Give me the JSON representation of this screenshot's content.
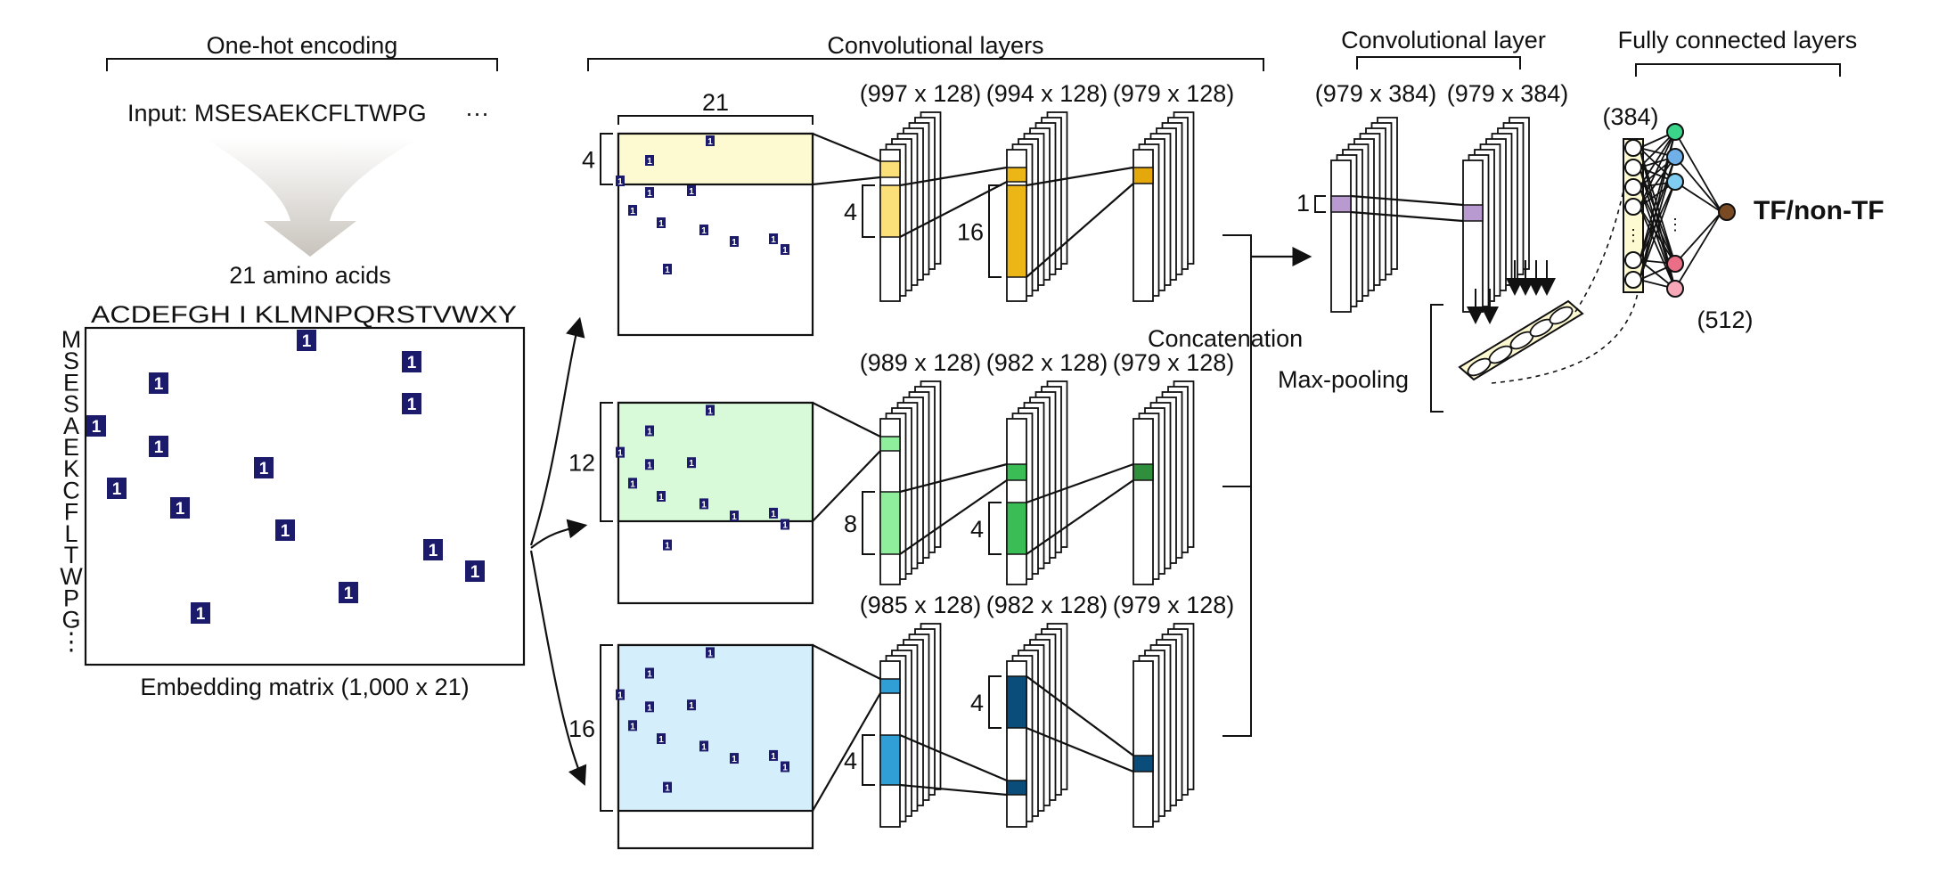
{
  "onehot": {
    "header": "One-hot encoding",
    "input_label": "Input: MSESAEKCFLTWPG",
    "ellipsis": "···",
    "aa_label": "21 amino acids",
    "alphabet": "ACDEFGH I KLMNPQRSTVWXY",
    "sequence": [
      "M",
      "S",
      "E",
      "S",
      "A",
      "E",
      "K",
      "C",
      "F",
      "L",
      "T",
      "W",
      "P",
      "G",
      "⋮"
    ],
    "cell_value": "1",
    "matrix_label": "Embedding matrix (1,000 x 21)"
  },
  "conv": {
    "header": "Convolutional layers",
    "width_label": "21",
    "branches": [
      {
        "color": "#fdf9d0",
        "window": "4",
        "dims": [
          "(997 x 128)",
          "(994 x 128)",
          "(979 x 128)"
        ],
        "k1": "4",
        "k2": "16",
        "c1": "#fbe07a",
        "c2": "#ecb716",
        "c3": "#e4a70c"
      },
      {
        "color": "#d9fad9",
        "window": "12",
        "dims": [
          "(989 x 128)",
          "(982 x 128)",
          "(979 x 128)"
        ],
        "k1": "8",
        "k2": "4",
        "c1": "#8fee9c",
        "c2": "#3bbd55",
        "c3": "#2f8f3d"
      },
      {
        "color": "#d4eefb",
        "window": "16",
        "dims": [
          "(985 x 128)",
          "(982 x 128)",
          "(979 x 128)"
        ],
        "k1": "4",
        "k2": "4",
        "c1": "#2f9fd6",
        "c2": "#0b4d7a",
        "c3": "#0b4d7a"
      }
    ],
    "concat_label": "Concatenation"
  },
  "conv2": {
    "header": "Convolutional layer",
    "dims": [
      "(979 x 384)",
      "(979 x 384)"
    ],
    "kernel": "1",
    "color": "#b99ad0",
    "pool_label": "Max-pooling"
  },
  "fc": {
    "header": "Fully connected layers",
    "in_dim": "(384)",
    "hidden_dim": "(512)",
    "node_colors": [
      "#3ad48a",
      "#6fb0e8",
      "#7fcdf2",
      "#ea6e86",
      "#f6a8b8"
    ],
    "output_color": "#7a4a22",
    "output_label": "TF/non-TF"
  }
}
